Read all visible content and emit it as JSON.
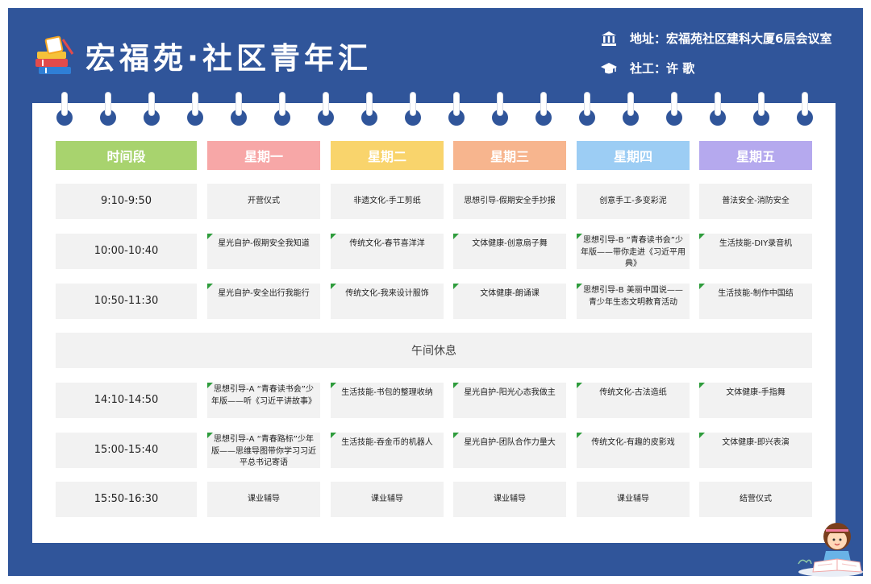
{
  "header": {
    "title": "宏福苑·社区青年汇",
    "address": "地址：宏福苑社区建科大厦6层会议室",
    "social_worker": "社工：许  歌"
  },
  "colors": {
    "background": "#30559a",
    "col_time": "#a8d36e",
    "col_mon": "#f7a7a7",
    "col_tue": "#f9d46c",
    "col_wed": "#f7b58e",
    "col_thu": "#9ccdf4",
    "col_fri": "#b5a9ee",
    "corner_mark": "#2e9c3c"
  },
  "table": {
    "headers": [
      "时间段",
      "星期一",
      "星期二",
      "星期三",
      "星期四",
      "星期五"
    ],
    "lunch": "午间休息",
    "rows": [
      {
        "time": "9:10-9:50",
        "cells": [
          "开营仪式",
          "非遗文化-手工剪纸",
          "思想引导-假期安全手抄报",
          "创意手工-多变彩泥",
          "普法安全-消防安全"
        ]
      },
      {
        "time": "10:00-10:40",
        "cells": [
          "星光自护-假期安全我知道",
          "传统文化-春节喜洋洋",
          "文体健康-创意扇子舞",
          "思想引导-B “青春读书会”少年版——带你走进《习近平用典》",
          "生活技能-DIY录音机"
        ]
      },
      {
        "time": "10:50-11:30",
        "cells": [
          "星光自护-安全出行我能行",
          "传统文化-我来设计服饰",
          "文体健康-朗诵课",
          "思想引导-B 美丽中国说——青少年生态文明教育活动",
          "生活技能-制作中国结"
        ]
      },
      {
        "time": "14:10-14:50",
        "cells": [
          "思想引导-A “青春读书会”少年版——听《习近平讲故事》",
          "生活技能-书包的整理收纳",
          "星光自护-阳光心态我做主",
          "传统文化-古法造纸",
          "文体健康-手指舞"
        ]
      },
      {
        "time": "15:00-15:40",
        "cells": [
          "思想引导-A “青春路标”少年版——思维导图带你学习习近平总书记寄语",
          "生活技能-吞金币的机器人",
          "星光自护-团队合作力量大",
          "传统文化-有趣的皮影戏",
          "文体健康-即兴表演"
        ]
      },
      {
        "time": "15:50-16:30",
        "cells": [
          "课业辅导",
          "课业辅导",
          "课业辅导",
          "课业辅导",
          "结营仪式"
        ]
      }
    ]
  }
}
